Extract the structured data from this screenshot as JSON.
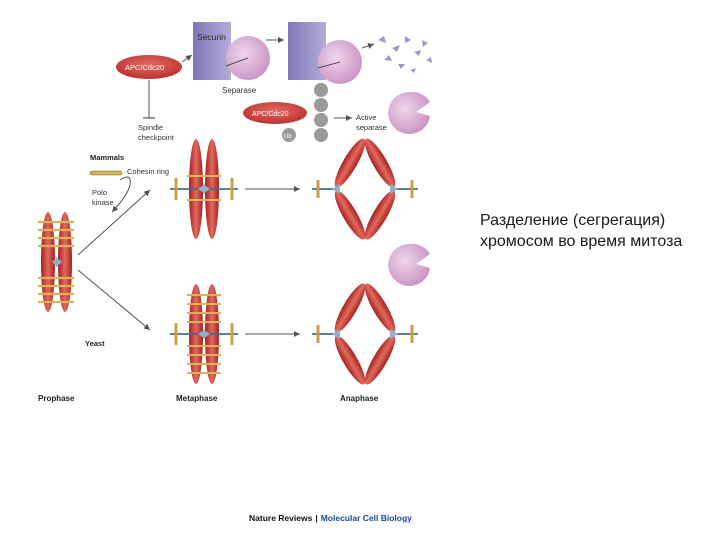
{
  "diagram": {
    "labels": {
      "securin_top": "Securin",
      "apc": "APC/Cdc20",
      "separase": "Separase",
      "apc2": "APC/Cdc20",
      "ub": "Ub",
      "active_separase_1": "Active",
      "active_separase_2": "separase",
      "spindle_1": "Spindle",
      "spindle_2": "checkpoint",
      "mammals": "Mammals",
      "cohesin_ring": "Cohesin ring",
      "polo_1": "Polo",
      "polo_2": "kinase",
      "yeast": "Yeast",
      "prophase": "Prophase",
      "metaphase": "Metaphase",
      "anaphase": "Anaphase"
    },
    "colors": {
      "chromosome": "#c8322f",
      "separase": "#cf9bc8",
      "securin": "#8c84c2",
      "apc": "#c8322f",
      "ub": "#9a9a9a",
      "cohesin": "#d9b25c"
    }
  },
  "caption": "Разделение (сегрегация) хромосом во время митоза",
  "footer": {
    "journal_a": "Nature Reviews",
    "separator": "|",
    "journal_b": "Molecular Cell Biology"
  }
}
